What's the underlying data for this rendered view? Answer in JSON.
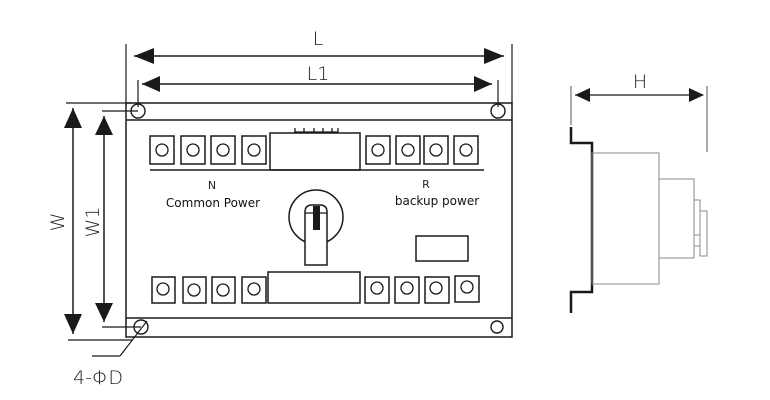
{
  "diagram": {
    "title": "Dual power automatic transfer switch dimension drawing",
    "dimensions": {
      "length": "L",
      "length_inner": "L1",
      "width": "W",
      "width_inner": "W1",
      "height": "H",
      "holes": "4-ΦD"
    },
    "front_view": {
      "left_section": {
        "letter": "N",
        "caption": "Common Power",
        "terminals": 4
      },
      "right_section": {
        "letter": "R",
        "caption": "backup power",
        "terminals": 4
      },
      "bottom_terminals_left": 4,
      "bottom_terminals_right": 4
    },
    "colors": {
      "line": "#1a1a1a",
      "side_line": "#8a8a8a"
    }
  }
}
